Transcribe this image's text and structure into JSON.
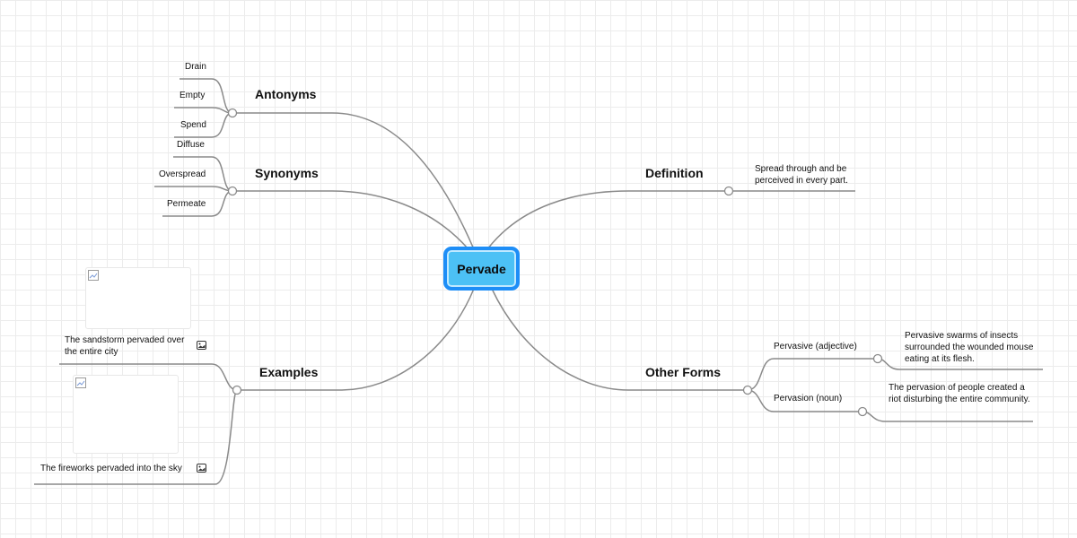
{
  "root": {
    "label": "Pervade"
  },
  "branches": {
    "antonyms": {
      "label": "Antonyms",
      "items": [
        "Drain",
        "Empty",
        "Spend"
      ]
    },
    "synonyms": {
      "label": "Synonyms",
      "items": [
        "Diffuse",
        "Overspread",
        "Permeate"
      ]
    },
    "examples": {
      "label": "Examples",
      "items": [
        {
          "caption": "The sandstorm pervaded over the entire city",
          "icon": "image-icon"
        },
        {
          "caption": "The fireworks pervaded into the sky",
          "icon": "image-icon"
        }
      ]
    },
    "definition": {
      "label": "Definition",
      "text": "Spread through and be perceived in every part."
    },
    "other_forms": {
      "label": "Other Forms",
      "forms": [
        {
          "label": "Pervasive (adjective)",
          "example": "Pervasive swarms of insects surrounded the wounded mouse eating at its flesh."
        },
        {
          "label": "Pervasion (noun)",
          "example": "The pervasion of people created a riot disturbing the entire community."
        }
      ]
    }
  },
  "colors": {
    "root_fill": "#4cc1f5",
    "root_border": "#1e8ef7",
    "connector": "#8a8a8a",
    "grid": "#ececec"
  }
}
